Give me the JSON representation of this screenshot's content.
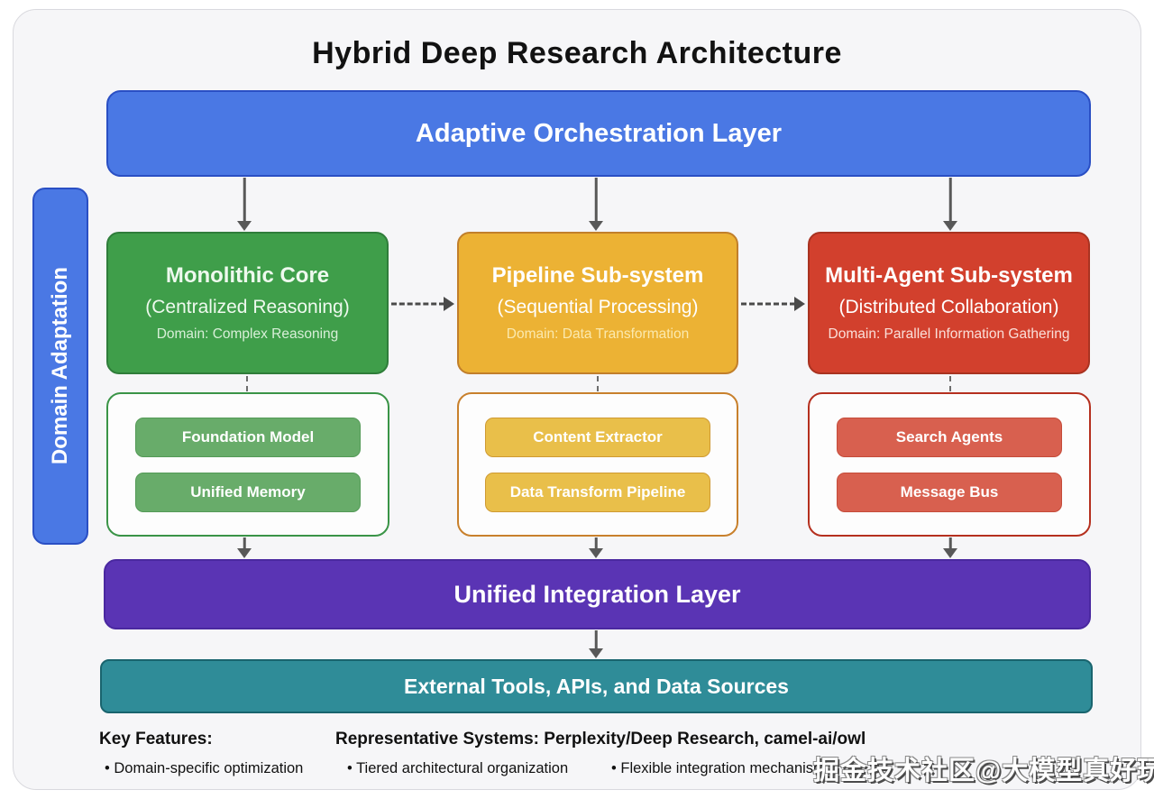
{
  "title": "Hybrid Deep Research Architecture",
  "orchestration_layer": {
    "label": "Adaptive Orchestration Layer",
    "color": "#4a78e4"
  },
  "domain_adaptation": {
    "label": "Domain Adaptation",
    "color": "#4a78e4"
  },
  "columns": [
    {
      "title": "Monolithic Core",
      "subtitle": "(Centralized Reasoning)",
      "domain": "Domain: Complex Reasoning",
      "components": [
        "Foundation Model",
        "Unified Memory"
      ],
      "color": "#3f9e4a"
    },
    {
      "title": "Pipeline Sub-system",
      "subtitle": "(Sequential Processing)",
      "domain": "Domain: Data Transformation",
      "components": [
        "Content Extractor",
        "Data Transform Pipeline"
      ],
      "color": "#ecb234"
    },
    {
      "title": "Multi-Agent Sub-system",
      "subtitle": "(Distributed Collaboration)",
      "domain": "Domain: Parallel Information Gathering",
      "components": [
        "Search Agents",
        "Message Bus"
      ],
      "color": "#d2402d"
    }
  ],
  "integration_layer": {
    "label": "Unified Integration Layer",
    "color": "#5a34b4"
  },
  "external_layer": {
    "label": "External Tools, APIs, and Data Sources",
    "color": "#2f8c98"
  },
  "footer": {
    "key_features_label": "Key Features:",
    "representative_systems": "Representative Systems: Perplexity/Deep Research, camel-ai/owl",
    "bullets": [
      "• Domain-specific optimization",
      "• Tiered architectural organization",
      "• Flexible integration mechanisms"
    ]
  },
  "watermark": "掘金技术社区@大模型真好玩"
}
